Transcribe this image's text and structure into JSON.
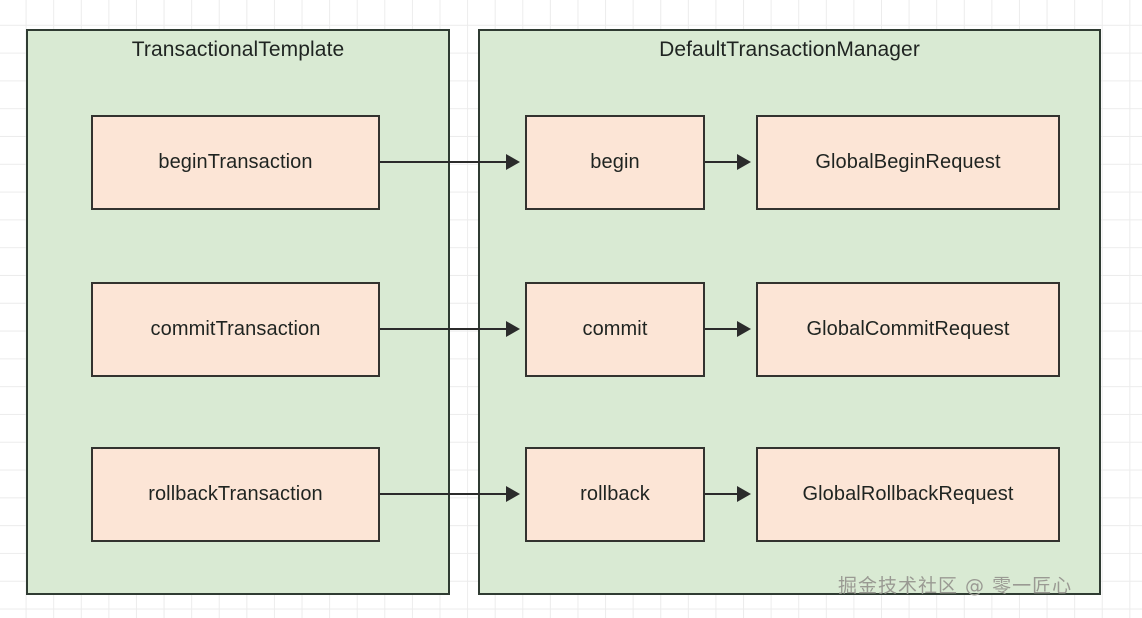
{
  "diagram": {
    "type": "flowchart",
    "background": {
      "color": "#ffffff",
      "grid": true,
      "grid_color": "#ececec"
    },
    "colors": {
      "container_fill": "#d9ead3",
      "container_border": "#2f3b32",
      "node_fill": "#fce5d6",
      "node_border": "#33332f",
      "arrow": "#2b2b2b",
      "text": "#1f2421",
      "watermark": "#9a9a93"
    },
    "containers": [
      {
        "id": "transactional-template",
        "title": "TransactionalTemplate"
      },
      {
        "id": "default-transaction-manager",
        "title": "DefaultTransactionManager"
      }
    ],
    "rows": [
      {
        "template_method": "beginTransaction",
        "manager_method": "begin",
        "request": "GlobalBeginRequest"
      },
      {
        "template_method": "commitTransaction",
        "manager_method": "commit",
        "request": "GlobalCommitRequest"
      },
      {
        "template_method": "rollbackTransaction",
        "manager_method": "rollback",
        "request": "GlobalRollbackRequest"
      }
    ]
  },
  "watermark": {
    "text": "掘金技术社区 @ 零一匠心"
  }
}
